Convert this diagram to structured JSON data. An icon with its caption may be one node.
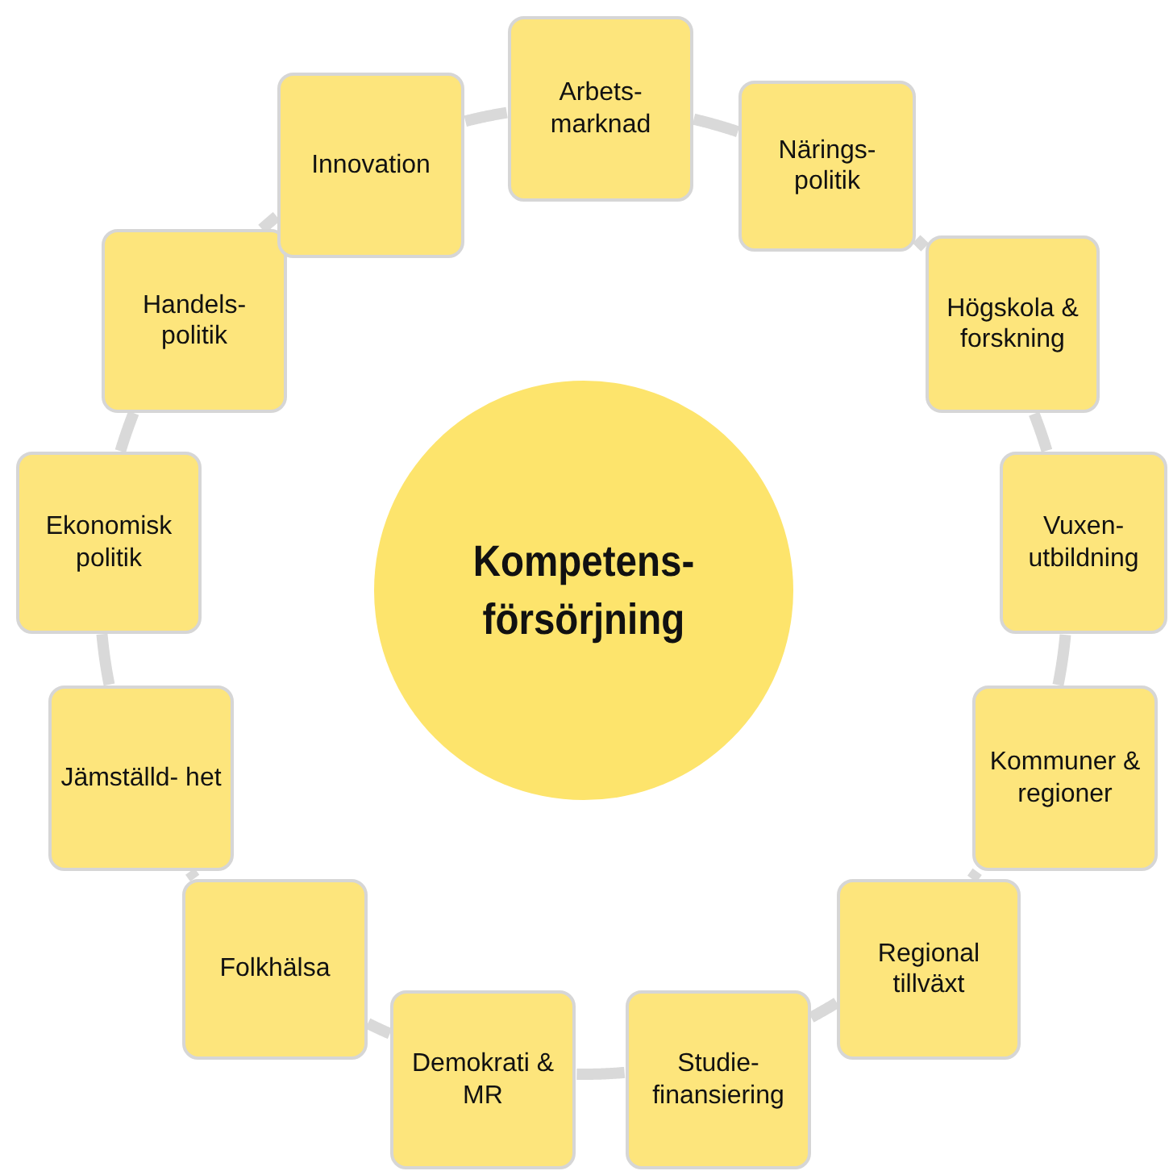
{
  "diagram": {
    "nodes": [
      {
        "text": [
          "Kompetens- försörjning"
        ]
      },
      {
        "text": [
          "Arbets- marknad"
        ]
      },
      {
        "text": [
          "Närings- politik"
        ]
      },
      {
        "text": [
          "Högskola & forskning"
        ]
      },
      {
        "text": [
          "Vuxen- utbildning"
        ]
      },
      {
        "text": [
          "Kommuner & regioner"
        ]
      },
      {
        "text": [
          "Regional tillväxt"
        ]
      },
      {
        "text": [
          "Studie- finansiering"
        ]
      },
      {
        "text": [
          "Demokrati & MR"
        ]
      },
      {
        "text": [
          "Folkhälsa"
        ]
      },
      {
        "text": [
          "Jämställd- het"
        ]
      },
      {
        "text": [
          "Ekonomisk politik"
        ]
      },
      {
        "text": [
          "Handels- politik"
        ]
      },
      {
        "text": [
          "Innovation"
        ]
      }
    ],
    "edges": [
      {
        "from": 1,
        "to": 2,
        "arrow": "none"
      },
      {
        "from": 2,
        "to": 3,
        "arrow": "none"
      },
      {
        "from": 3,
        "to": 4,
        "arrow": "none"
      },
      {
        "from": 4,
        "to": 5,
        "arrow": "none"
      },
      {
        "from": 5,
        "to": 6,
        "arrow": "none"
      },
      {
        "from": 6,
        "to": 7,
        "arrow": "none"
      },
      {
        "from": 7,
        "to": 8,
        "arrow": "none"
      },
      {
        "from": 8,
        "to": 9,
        "arrow": "none"
      },
      {
        "from": 9,
        "to": 10,
        "arrow": "none"
      },
      {
        "from": 10,
        "to": 11,
        "arrow": "none"
      },
      {
        "from": 11,
        "to": 12,
        "arrow": "none"
      },
      {
        "from": 12,
        "to": 13,
        "arrow": "none"
      },
      {
        "from": 13,
        "to": 1,
        "arrow": "none"
      }
    ]
  }
}
